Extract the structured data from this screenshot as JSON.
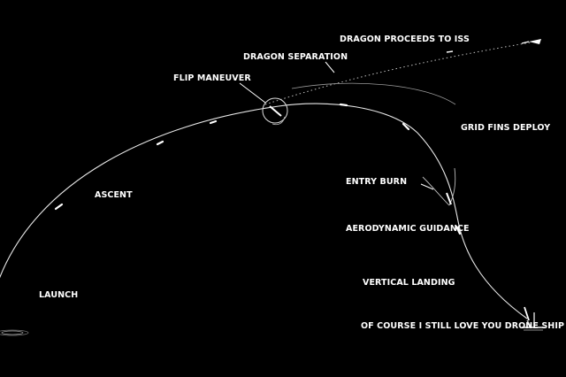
{
  "diagram": {
    "labels": {
      "launch": "LAUNCH",
      "ascent": "ASCENT",
      "flip_maneuver": "FLIP MANEUVER",
      "dragon_separation": "DRAGON SEPARATION",
      "dragon_proceeds": "DRAGON PROCEEDS TO ISS",
      "grid_fins_deploy": "GRID FINS DEPLOY",
      "entry_burn": "ENTRY BURN",
      "aerodynamic_guidance": "AERODYNAMIC GUIDANCE",
      "vertical_landing": "VERTICAL LANDING",
      "drone_ship": "OF COURSE I STILL LOVE YOU DRONE SHIP"
    },
    "colors": {
      "background": "#000000",
      "line": "#e8e8e8",
      "text": "#ffffff"
    }
  }
}
